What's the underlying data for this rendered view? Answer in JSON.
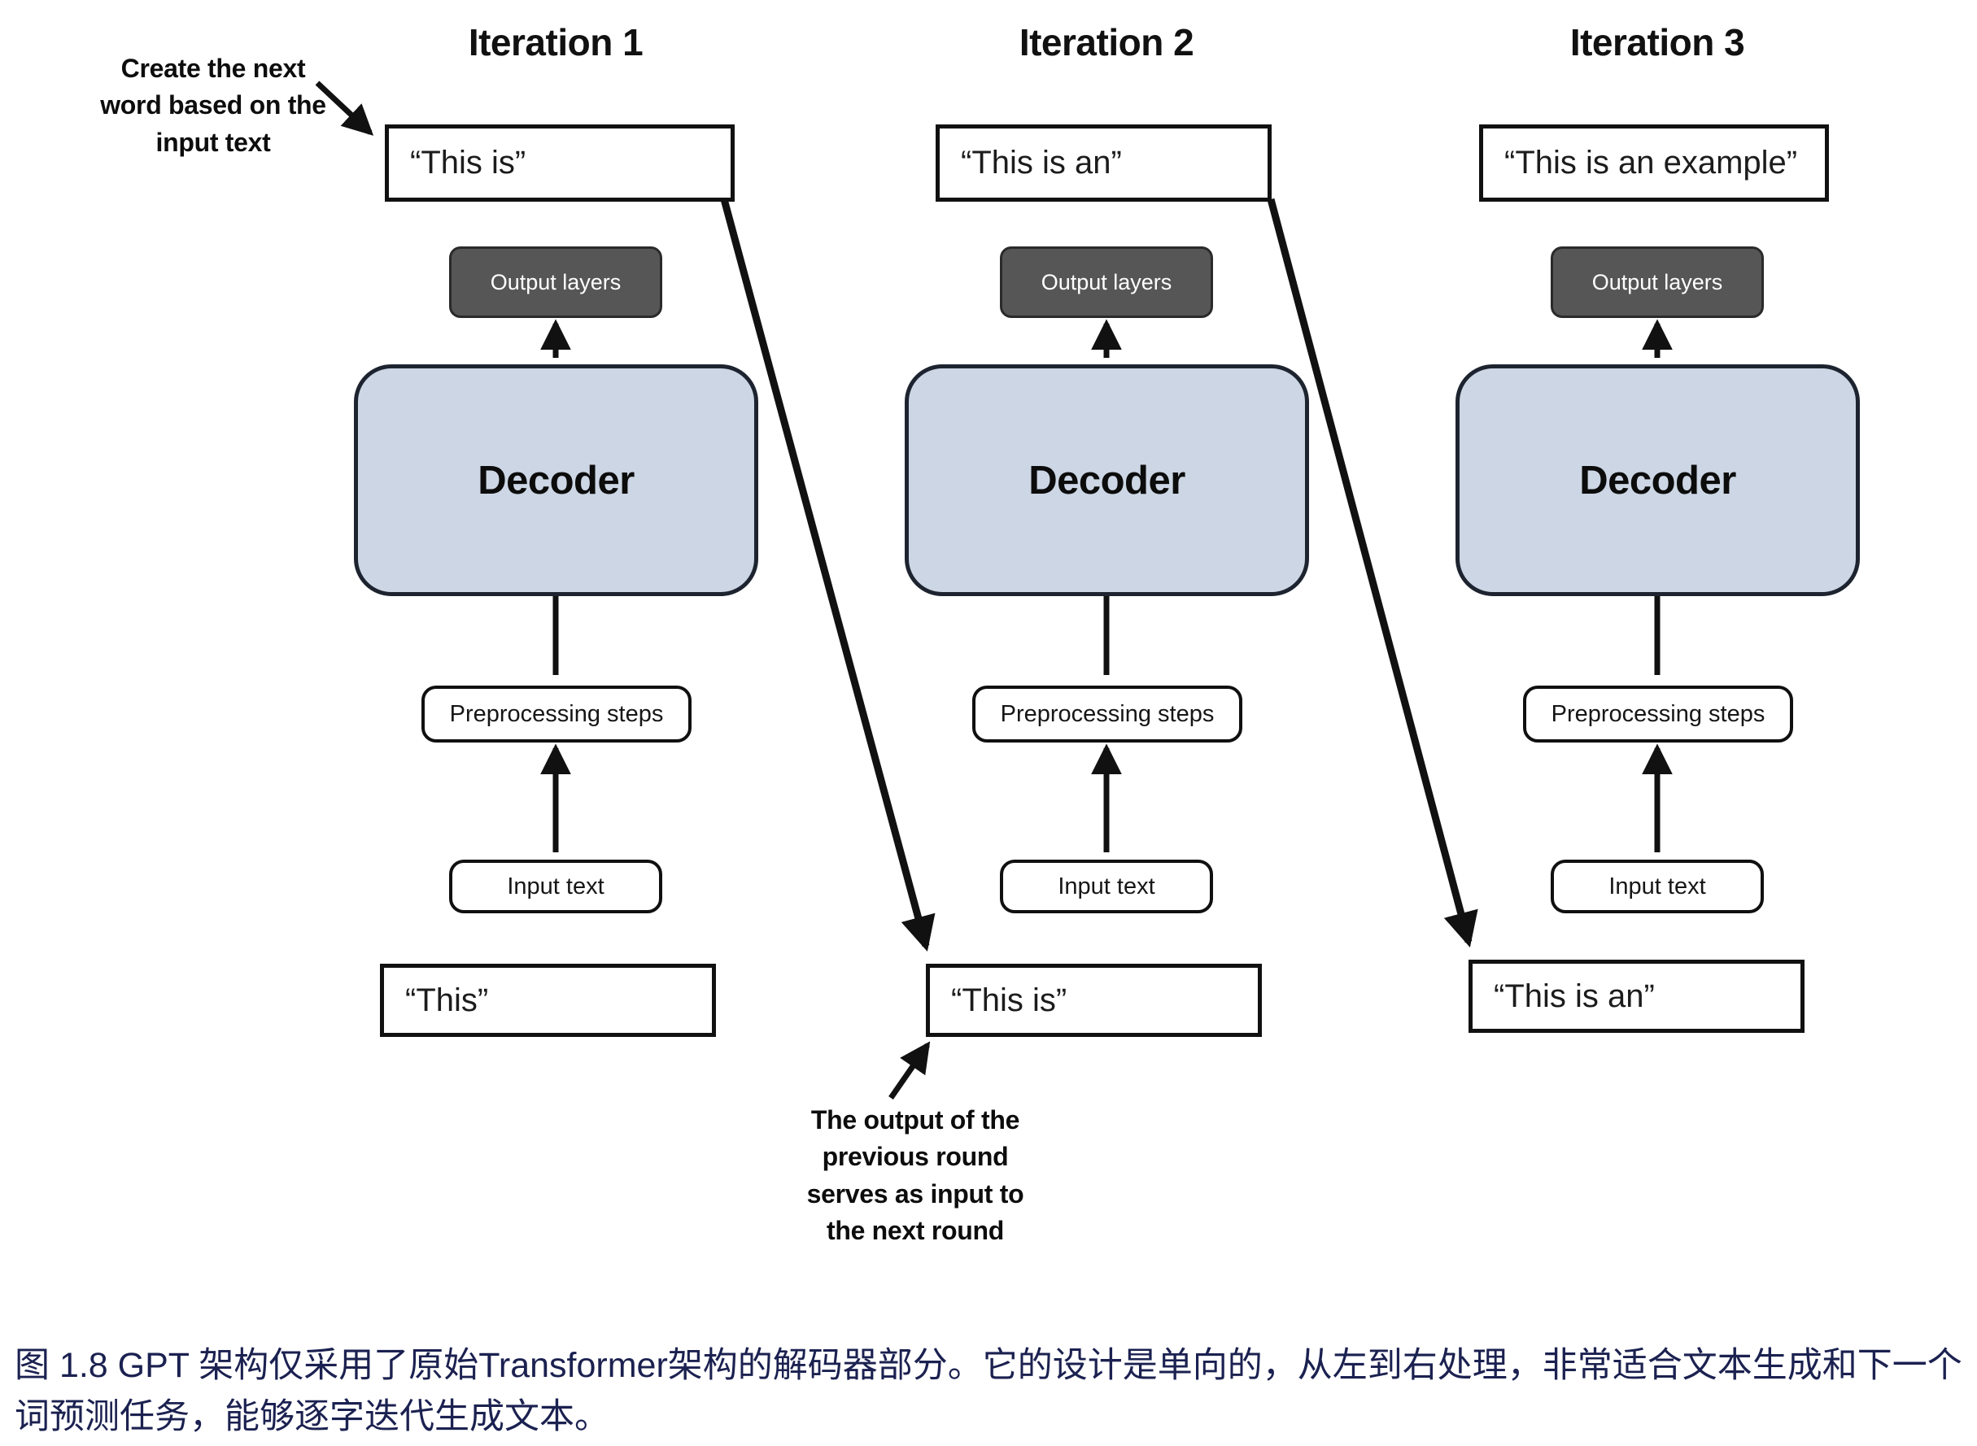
{
  "figure": {
    "caption": "图 1.8  GPT 架构仅采用了原始Transformer架构的解码器部分。它的设计是单向的，从左到右处理，非常适合文本生成和下一个词预测任务，能够逐字迭代生成文本。"
  },
  "annotations": {
    "top_left_callout": "Create the next\nword based on the\ninput text",
    "bottom_callout": "The output of the\nprevious round\nserves as input to\nthe next round"
  },
  "common_labels": {
    "output_layers": "Output layers",
    "decoder": "Decoder",
    "preprocessing_steps": "Preprocessing steps",
    "input_text": "Input text"
  },
  "columns": [
    {
      "title": "Iteration 1",
      "output_text": "“This is”",
      "output_layers": "Output layers",
      "decoder": "Decoder",
      "preprocessing_steps": "Preprocessing steps",
      "input_text": "Input text",
      "input_string": "“This”"
    },
    {
      "title": "Iteration 2",
      "output_text": "“This is an”",
      "output_layers": "Output layers",
      "decoder": "Decoder",
      "preprocessing_steps": "Preprocessing steps",
      "input_text": "Input text",
      "input_string": "“This is”"
    },
    {
      "title": "Iteration 3",
      "output_text": "“This is an example”",
      "output_layers": "Output layers",
      "decoder": "Decoder",
      "preprocessing_steps": "Preprocessing steps",
      "input_text": "Input text",
      "input_string": "“This is an”"
    }
  ],
  "colors": {
    "decoder_fill": "#ccd6e4",
    "output_layers_fill": "#565656",
    "stroke": "#111111",
    "caption_text": "#1b2150",
    "background": "#ffffff"
  }
}
